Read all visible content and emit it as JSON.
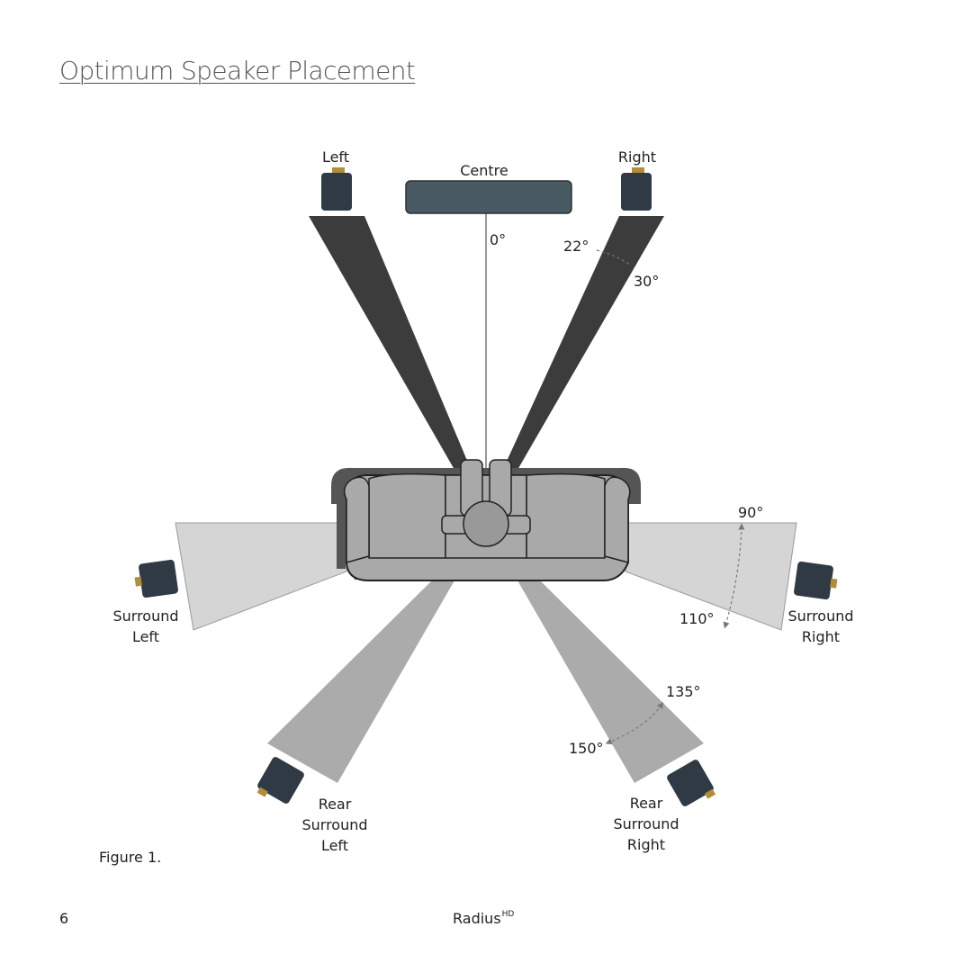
{
  "page": {
    "title": "Optimum Speaker Placement",
    "figure_caption": "Figure 1.",
    "page_number": "6",
    "product_name": "Radius",
    "product_superscript": "HD"
  },
  "speakers": {
    "left": "Left",
    "centre": "Centre",
    "right": "Right",
    "surround_left": [
      "Surround",
      "Left"
    ],
    "surround_right": [
      "Surround",
      "Right"
    ],
    "rear_surround_left": [
      "Rear",
      "Surround",
      "Left"
    ],
    "rear_surround_right": [
      "Rear",
      "Surround",
      "Right"
    ]
  },
  "angles": {
    "centre": "0°",
    "front_min": "22°",
    "front_max": "30°",
    "surround_min": "90°",
    "surround_max": "110°",
    "rear_min": "135°",
    "rear_max": "150°"
  },
  "colors": {
    "front_beam": "#3c3c3c",
    "surround_beam": "#d5d5d5",
    "rear_beam": "#ababab",
    "speaker_body": "#2f3a44",
    "centre_speaker": "#4a5a62",
    "sofa": "#a9a9a9",
    "sofa_shadow": "#555555"
  }
}
